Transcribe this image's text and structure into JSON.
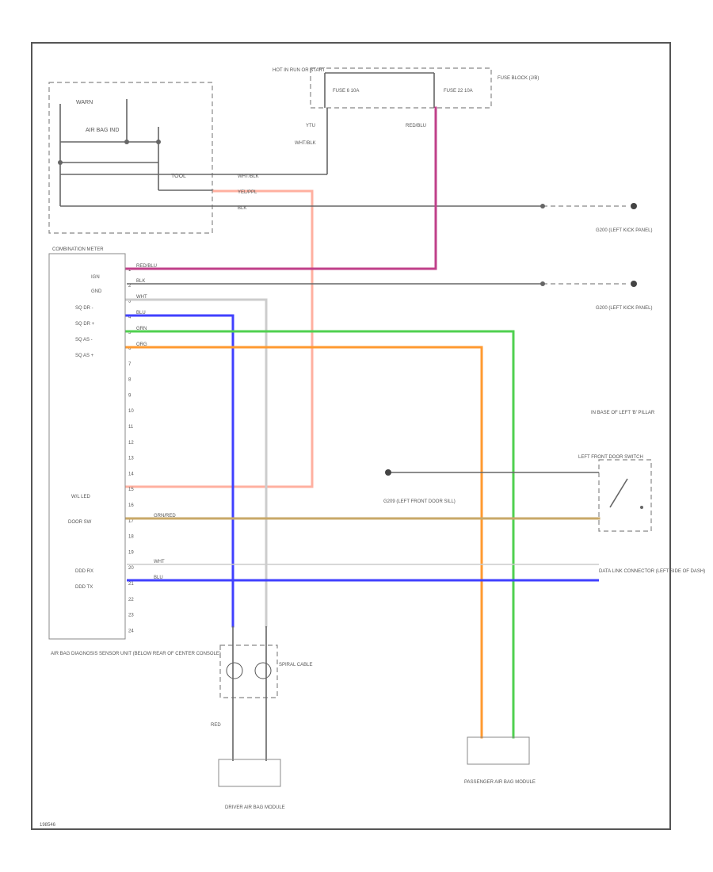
{
  "colors": {
    "blk": "#666666",
    "wht": "#cccccc",
    "red_blu": "#c0408a",
    "blu": "#4040ff",
    "grn": "#50d050",
    "org": "#ff9a30",
    "yel_ppl": "#ffb0a0",
    "grn_red": "#c8a868",
    "frame": "#555555"
  },
  "labels": {
    "hot": "HOT IN RUN OR START",
    "fuse_block": "FUSE BLOCK (J/B)",
    "fuse_a": "FUSE 6 10A",
    "fuse_b": "FUSE 22 10A",
    "warn": "WARN",
    "air_bag_ind": "AIR BAG IND",
    "tool": "TOOL",
    "combination_meter": "COMBINATION METER",
    "ign": "IGN",
    "gnd": "GND",
    "sq_dr_minus": "SQ DR -",
    "sq_dr_plus": "SQ DR +",
    "sq_as_minus": "SQ AS -",
    "sq_as_plus": "SQ AS +",
    "wl_led": "W/L LED",
    "door_sw": "DOOR SW",
    "ddd_rx": "DDD RX",
    "ddd_tx": "DDD TX",
    "unit_caption": "AIR BAG DIAGNOSIS SENSOR UNIT (BELOW REAR OF CENTER CONSOLE)",
    "g200_a": "G200 (LEFT KICK PANEL)",
    "g200_b": "G200 (LEFT KICK PANEL)",
    "pillar": "IN BASE OF LEFT 'B' PILLAR",
    "door_switch": "LEFT FRONT DOOR SWITCH",
    "g209": "G209 (LEFT FRONT DOOR SILL)",
    "data_link": "DATA LINK CONNECTOR (LEFT SIDE OF DASH)",
    "spiral_cable": "SPIRAL CABLE",
    "driver_module": "DRIVER AIR BAG MODULE",
    "passenger_module": "PASSENGER AIR BAG MODULE",
    "fig_id": "198546"
  },
  "wires": {
    "wht_blk": "WHT/BLK",
    "yel_ppl": "YEL/PPL",
    "blk": "BLK",
    "red_blu": "RED/BLU",
    "wht": "WHT",
    "blu": "BLU",
    "grn": "GRN",
    "org": "ORG",
    "grn_red": "GRN/RED",
    "red": "RED",
    "ytu": "YTU",
    "wht_blk2": "WHT/BLK",
    "red_blu2": "RED/BLU"
  },
  "pins": [
    "1",
    "2",
    "3",
    "4",
    "5",
    "6",
    "7",
    "8",
    "9",
    "10",
    "11",
    "12",
    "13",
    "14",
    "15",
    "16",
    "17",
    "18",
    "19",
    "20",
    "21",
    "22",
    "23",
    "24"
  ]
}
